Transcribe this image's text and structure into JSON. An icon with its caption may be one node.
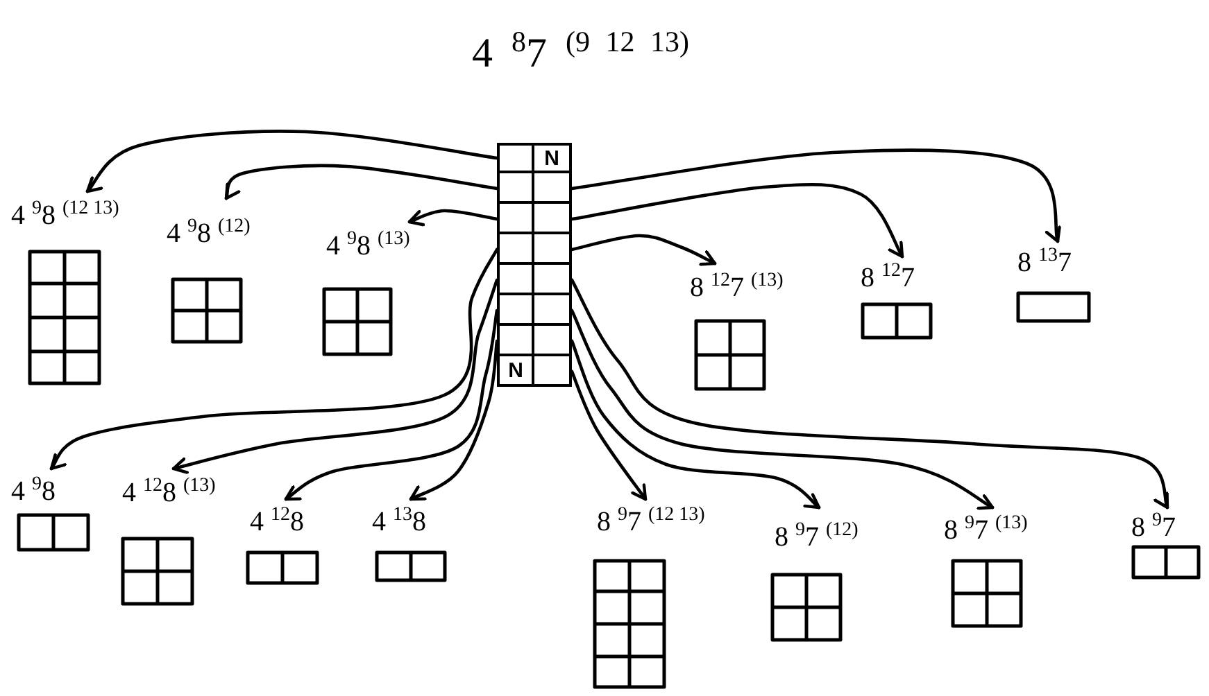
{
  "diagram": {
    "nodes": [
      {
        "text": [
          "4 $^{8}$7 $^{(9 12 13)}$"
        ]
      },
      {
        "text": [],
        "shape": "box",
        "in": 0
      },
      {
        "text": [
          "N"
        ],
        "in": 0
      },
      {
        "text": [],
        "shape": "box",
        "in": 0
      },
      {
        "text": [],
        "shape": "box",
        "in": 0
      },
      {
        "text": [],
        "shape": "box",
        "in": 0
      },
      {
        "text": [],
        "shape": "box",
        "in": 0
      },
      {
        "text": [],
        "shape": "box",
        "in": 0
      },
      {
        "text": [],
        "shape": "box",
        "in": 0
      },
      {
        "text": [],
        "shape": "box",
        "in": 0
      },
      {
        "text": [],
        "shape": "box",
        "in": 0
      },
      {
        "text": [],
        "shape": "box",
        "in": 0
      },
      {
        "text": [],
        "shape": "box",
        "in": 0
      },
      {
        "text": [],
        "shape": "box",
        "in": 0
      },
      {
        "text": [],
        "shape": "box",
        "in": 0
      },
      {
        "text": [
          "N"
        ],
        "in": 0
      },
      {
        "text": [],
        "shape": "box",
        "in": 0
      },
      {
        "text": [
          "4 $^{9}$8 $^{(12 13)}$"
        ]
      },
      {
        "text": [
          "4 $^{9}$8 $^{(12)}$"
        ]
      },
      {
        "text": [
          "4 $^{9}$8 $^{(13)}$"
        ]
      },
      {
        "text": [
          "8 $^{12}$7 $^{(13)}$"
        ]
      },
      {
        "text": [
          "8 $^{12}$7"
        ]
      },
      {
        "text": [
          "8 $^{13}$7"
        ]
      },
      {
        "text": [
          "4 $^{9}$8"
        ]
      },
      {
        "text": [
          "4 $^{12}$8 $^{(13)}$"
        ]
      },
      {
        "text": [
          "4 $^{12}$8"
        ]
      },
      {
        "text": [
          "4 $^{13}$8"
        ]
      },
      {
        "text": [
          "8 $^{9}$7 $^{(12 13)}$"
        ]
      },
      {
        "text": [
          "8 $^{9}$7 $^{(12)}$"
        ]
      },
      {
        "text": [
          "8 $^{9}$7 $^{(13)}$"
        ]
      },
      {
        "text": [
          "8 $^{9}$7"
        ]
      }
    ],
    "edges": [
      {
        "from": 1,
        "to": 17,
        "arrow": "to"
      },
      {
        "from": 3,
        "to": 18,
        "arrow": "to"
      },
      {
        "from": 5,
        "to": 19,
        "arrow": "to"
      },
      {
        "from": 7,
        "to": 23,
        "arrow": "to"
      },
      {
        "from": 9,
        "to": 24,
        "arrow": "to"
      },
      {
        "from": 11,
        "to": 25,
        "arrow": "to"
      },
      {
        "from": 13,
        "to": 26,
        "arrow": "to"
      },
      {
        "from": 4,
        "to": 22,
        "arrow": "to"
      },
      {
        "from": 6,
        "to": 21,
        "arrow": "to"
      },
      {
        "from": 8,
        "to": 20,
        "arrow": "to"
      },
      {
        "from": 10,
        "to": 30,
        "arrow": "to"
      },
      {
        "from": 12,
        "to": 29,
        "arrow": "to"
      },
      {
        "from": 14,
        "to": 28,
        "arrow": "to"
      },
      {
        "from": 16,
        "to": 27,
        "arrow": "to"
      }
    ]
  }
}
